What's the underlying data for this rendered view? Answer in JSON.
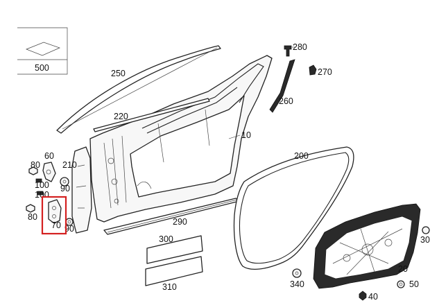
{
  "diagram": {
    "labels": {
      "p500": "500",
      "p250": "250",
      "p280": "280",
      "p270": "270",
      "p260": "260",
      "p220": "220",
      "p10": "10",
      "p60": "60",
      "p80a": "80",
      "p210": "210",
      "p100a": "100",
      "p90a": "90",
      "p100b": "100",
      "p80b": "80",
      "p70": "70",
      "p90b": "90",
      "p200": "200",
      "p290": "290",
      "p300": "300",
      "p310": "310",
      "p30": "30",
      "p20": "20",
      "p340": "340",
      "p40": "40",
      "p50": "50"
    },
    "highlight_color": "#d42020",
    "highlighted_part": "70"
  }
}
